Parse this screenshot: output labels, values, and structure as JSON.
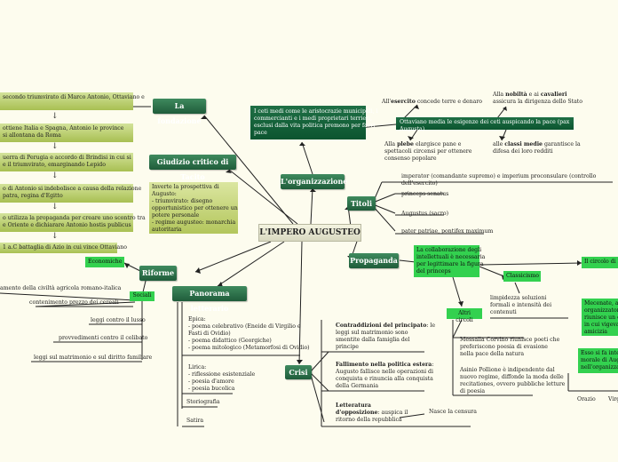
{
  "central": {
    "title": "L'IMPERO AUGUSTEO"
  },
  "fondazione": {
    "label": "La fondazione",
    "steps": [
      "secondo triumvirato di Marco Antonio, Ottaviano e",
      "ottiene Italia e Spagna, Antonio le province\nsi allontana da Roma",
      "uerra di Perugia e accordo di Brindisi in cui si\ne il triumvirato, emarginando Lepido",
      "o di Antonio si indebolisce a causa della relazione\npatra, regina d'Egitto",
      "o utilizza la propaganda per creare uno scontro tra\ne Oriente e dichiarare Antonio hostis publicus",
      "1 a.C battaglia di Azio in cui vince Ottaviano"
    ]
  },
  "giudizio": {
    "label": "Giudizio critico di Tacito",
    "box": "Inverte la prospettiva di\nAugusto:\n- triumvirato: disegno\nopportunistico per ottenere un\npotere personale\n- regime augusteo: monarchia\nautoritaria"
  },
  "organizzazione": {
    "label": "L'organizzazione",
    "box": "I ceti medi come le aristocrazie municipali, i\ncommercianti e i medi proprietari terrieri,\nesclusi dalla vita politica premono per favri\npace",
    "main": "Ottaviano media le esigenze dei ceti auspicando la pace (pax Augusta)",
    "esercito_pre": "All'",
    "esercito_b": "esercito",
    "esercito_post": " concede terre e denaro",
    "nobilta_pre": "Alla ",
    "nobilta_b": "nobiltà",
    "nobilta_mid": " e ai ",
    "nobilta_b2": "cavalieri",
    "nobilta_post": "assicura la dirigenza dello Stato",
    "plebe_pre": "Alla ",
    "plebe_b": "plebe",
    "plebe_post": " elargisce pane e\nspettacoli circensi per ottenere\nconsenso popolare",
    "classi_pre": "alle ",
    "classi_b": "classi medie",
    "classi_post": " garantisce la\ndifesa dei loro redditi"
  },
  "titoli": {
    "label": "Titoli",
    "items": [
      "imperator (comandante supremo) e imperium proconsulare (controllo dell'esercito)",
      "princeps senatus",
      "Augustus (sacro)",
      "pater patriae, pontifex maximum"
    ]
  },
  "propaganda": {
    "label": "Propaganda",
    "box": "La collaborazione degli\nintellettuali è necessaria\nper legittimare la figura\ndel princeps",
    "circolo": "Il circolo di M",
    "classicismo": "Classicismo",
    "classicismo_desc": "limpidezza soluzioni\nformali e intensità dei\ncontenuti",
    "mecenate": "Mecenate, al\norganizzator\nriunisce un c\nin cui vigeva\namicizia",
    "interp": "Esso si fa inter\nmorale di Augu\nnell'organizzazi",
    "orazio": "Orazio",
    "virg": "Virg",
    "altri": "Altri circoli",
    "messalla": "Messalla Corvino riunisce poeti che\npreferiscono poesia di evasione\nnella pace della natura",
    "asinio": "Asinio Pollione è indipendente dal\nnuovo regime, diffonde la moda delle\nrecitationes, ovvero pubbliche letture\ndi poesia"
  },
  "riforme": {
    "label": "Riforme",
    "economiche": "Economiche",
    "sociali": "Sociali",
    "eco_items": [
      "amento della civiltà agricola romano-italica",
      "contenimento prezzo dei cereali"
    ],
    "soc_items": [
      "leggi contro il lusso",
      "provvedimenti contro il celibato",
      "leggi sul matrimonio e sul diritto familiare"
    ]
  },
  "panorama": {
    "label": "Panorama letterario",
    "epica": "Epica:\n- poema celebrativo (Eneide di Virgilio e\nFasti di Ovidio)\n- poema didattico (Georgiche)\n- poema mitologico (Metamorfosi di Ovidio)",
    "lirica": "Lirica:\n- riflessione esistenziale\n- poesia d'amore\n- poesia bucolica",
    "storiografia": "Storiografia",
    "satira": "Satira"
  },
  "crisi": {
    "label": "Crisi",
    "c1_b": "Contraddizioni del principato",
    "c1": ": le\nleggi sul matrimonio sono\nsmentite dalla famiglia del\nprincipe",
    "c2_b": "Fallimento nella politica estera",
    "c2": ":\nAugusto fallisce nelle operazioni di\nconquista e rinuncia alla conquista\ndella Germania",
    "c3_b": "Letteratura\nd'opposizione",
    "c3": ": auspica il\nritorno della repubblica",
    "censura": "Nasce la censura"
  },
  "colors": {
    "node": "#2b7048",
    "olive": "#c2d27a",
    "bright": "#33d14f",
    "background": "#fdfcee"
  }
}
